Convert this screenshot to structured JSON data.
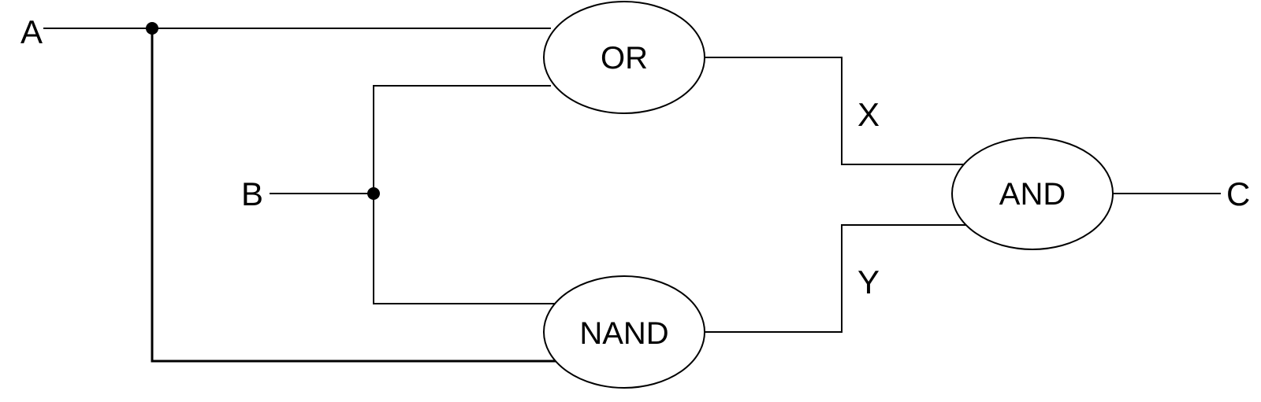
{
  "diagram": {
    "type": "logic-circuit",
    "inputs": {
      "a": "A",
      "b": "B"
    },
    "output": "C",
    "gates": {
      "or": "OR",
      "nand": "NAND",
      "and": "AND"
    },
    "intermediate": {
      "x": "X",
      "y": "Y"
    },
    "connections": [
      {
        "from": "A",
        "to": "OR"
      },
      {
        "from": "B",
        "to": "OR"
      },
      {
        "from": "A",
        "to": "NAND"
      },
      {
        "from": "B",
        "to": "NAND"
      },
      {
        "from": "OR",
        "to": "AND",
        "signal": "X"
      },
      {
        "from": "NAND",
        "to": "AND",
        "signal": "Y"
      },
      {
        "from": "AND",
        "to": "C"
      }
    ]
  }
}
